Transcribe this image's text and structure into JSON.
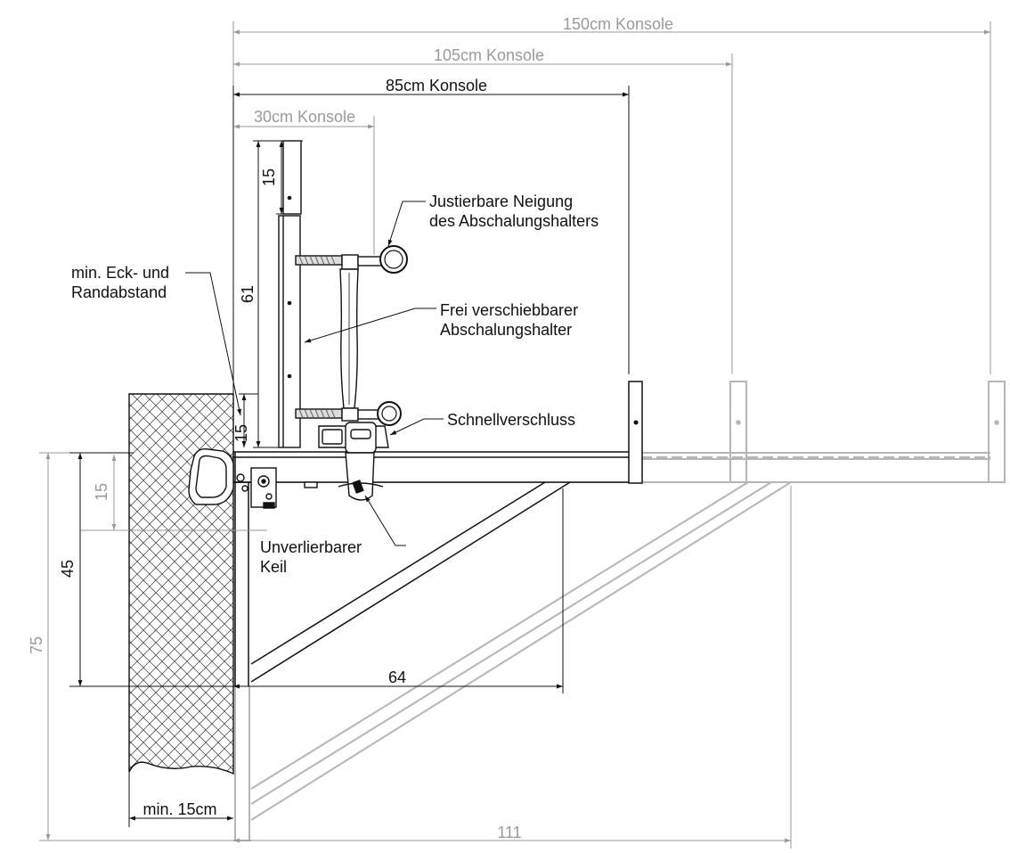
{
  "dimensions": {
    "console_150": "150cm Konsole",
    "console_105": "105cm Konsole",
    "console_85": "85cm Konsole",
    "console_30": "30cm Konsole",
    "dim_15_top": "15",
    "dim_61": "61",
    "dim_15_mid": "15",
    "dim_15_wall": "15",
    "dim_45": "45",
    "dim_75": "75",
    "dim_64": "64",
    "dim_111": "111",
    "min_15cm": "min. 15cm"
  },
  "labels": {
    "neigung_line1": "Justierbare Neigung",
    "neigung_line2": "des Abschalungshalters",
    "verschiebbar_line1": "Frei verschiebbarer",
    "verschiebbar_line2": "Abschalungshalter",
    "schnell": "Schnellverschluss",
    "keil_line1": "Unverlierbarer",
    "keil_line2": "Keil",
    "eck_line1": "min. Eck- und",
    "eck_line2": "Randabstand"
  },
  "colors": {
    "ink": "#111111",
    "grey": "#9a9a9a",
    "grey_fill": "#b5b5b5",
    "hatch": "#333333"
  }
}
